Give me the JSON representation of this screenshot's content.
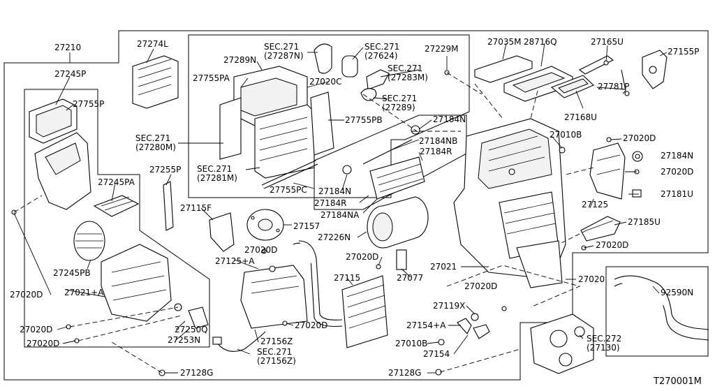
{
  "labels": [
    {
      "id": "27210",
      "text": "27210"
    },
    {
      "id": "27274l",
      "text": "27274L"
    },
    {
      "id": "27289n",
      "text": "27289N"
    },
    {
      "id": "sec271_27287n",
      "text": "SEC.271\n(27287N)"
    },
    {
      "id": "sec271_27624",
      "text": "SEC.271\n(27624)"
    },
    {
      "id": "27229m",
      "text": "27229M"
    },
    {
      "id": "27035m",
      "text": "27035M"
    },
    {
      "id": "28716q",
      "text": "28716Q"
    },
    {
      "id": "27165u",
      "text": "27165U"
    },
    {
      "id": "27155p",
      "text": "27155P"
    },
    {
      "id": "27245p",
      "text": "27245P"
    },
    {
      "id": "27755pa",
      "text": "27755PA"
    },
    {
      "id": "27020c",
      "text": "27020C"
    },
    {
      "id": "sec271_27283m",
      "text": "SEC.271\n(27283M)"
    },
    {
      "id": "27781p",
      "text": "27781P"
    },
    {
      "id": "sec271_27289",
      "text": "SEC.271\n(27289)"
    },
    {
      "id": "27755p",
      "text": "27755P"
    },
    {
      "id": "27168u",
      "text": "27168U"
    },
    {
      "id": "27184n_a",
      "text": "27184N"
    },
    {
      "id": "27755pb",
      "text": "27755PB"
    },
    {
      "id": "sec271_27280m",
      "text": "SEC.271\n(27280M)"
    },
    {
      "id": "27010b_a",
      "text": "27010B"
    },
    {
      "id": "27184nb",
      "text": "27184NB"
    },
    {
      "id": "27020d_a",
      "text": "27020D"
    },
    {
      "id": "27184r_a",
      "text": "27184R"
    },
    {
      "id": "27184n_b",
      "text": "27184N"
    },
    {
      "id": "27255p",
      "text": "27255P"
    },
    {
      "id": "sec271_27281m",
      "text": "SEC.271\n(27281M)"
    },
    {
      "id": "27020d_b",
      "text": "27020D"
    },
    {
      "id": "27245pa",
      "text": "27245PA"
    },
    {
      "id": "27755pc",
      "text": "27755PC"
    },
    {
      "id": "27184n_c",
      "text": "27184N"
    },
    {
      "id": "27181u",
      "text": "27181U"
    },
    {
      "id": "27184r_b",
      "text": "27184R"
    },
    {
      "id": "27125",
      "text": "27125"
    },
    {
      "id": "27115f",
      "text": "27115F"
    },
    {
      "id": "27184na",
      "text": "27184NA"
    },
    {
      "id": "27157",
      "text": "27157"
    },
    {
      "id": "27185u",
      "text": "27185U"
    },
    {
      "id": "27226n",
      "text": "27226N"
    },
    {
      "id": "27020d_c",
      "text": "27020D"
    },
    {
      "id": "27020d_d",
      "text": "27020D"
    },
    {
      "id": "27125a",
      "text": "27125+A"
    },
    {
      "id": "27020d_e",
      "text": "27020D"
    },
    {
      "id": "27245pb",
      "text": "27245PB"
    },
    {
      "id": "27021",
      "text": "27021"
    },
    {
      "id": "27115",
      "text": "27115"
    },
    {
      "id": "27077",
      "text": "27077"
    },
    {
      "id": "27020",
      "text": "27020"
    },
    {
      "id": "27020d_f",
      "text": "27020D"
    },
    {
      "id": "27021a",
      "text": "27021+A"
    },
    {
      "id": "27020d_g",
      "text": "27020D"
    },
    {
      "id": "92590n",
      "text": "92590N"
    },
    {
      "id": "27119x",
      "text": "27119X"
    },
    {
      "id": "27020d_h",
      "text": "27020D"
    },
    {
      "id": "27154a",
      "text": "27154+A"
    },
    {
      "id": "27250q",
      "text": "27250Q"
    },
    {
      "id": "27020d_i",
      "text": "27020D"
    },
    {
      "id": "27156z",
      "text": "27156Z"
    },
    {
      "id": "sec272_27130",
      "text": "SEC.272\n(27130)"
    },
    {
      "id": "27020d_j",
      "text": "27020D"
    },
    {
      "id": "27253n",
      "text": "27253N"
    },
    {
      "id": "27010b_b",
      "text": "27010B"
    },
    {
      "id": "sec271_27156z",
      "text": "SEC.271\n(27156Z)"
    },
    {
      "id": "27154",
      "text": "27154"
    },
    {
      "id": "27128g_a",
      "text": "27128G"
    },
    {
      "id": "27128g_b",
      "text": "27128G"
    },
    {
      "id": "figure_code",
      "text": "T270001M"
    }
  ]
}
